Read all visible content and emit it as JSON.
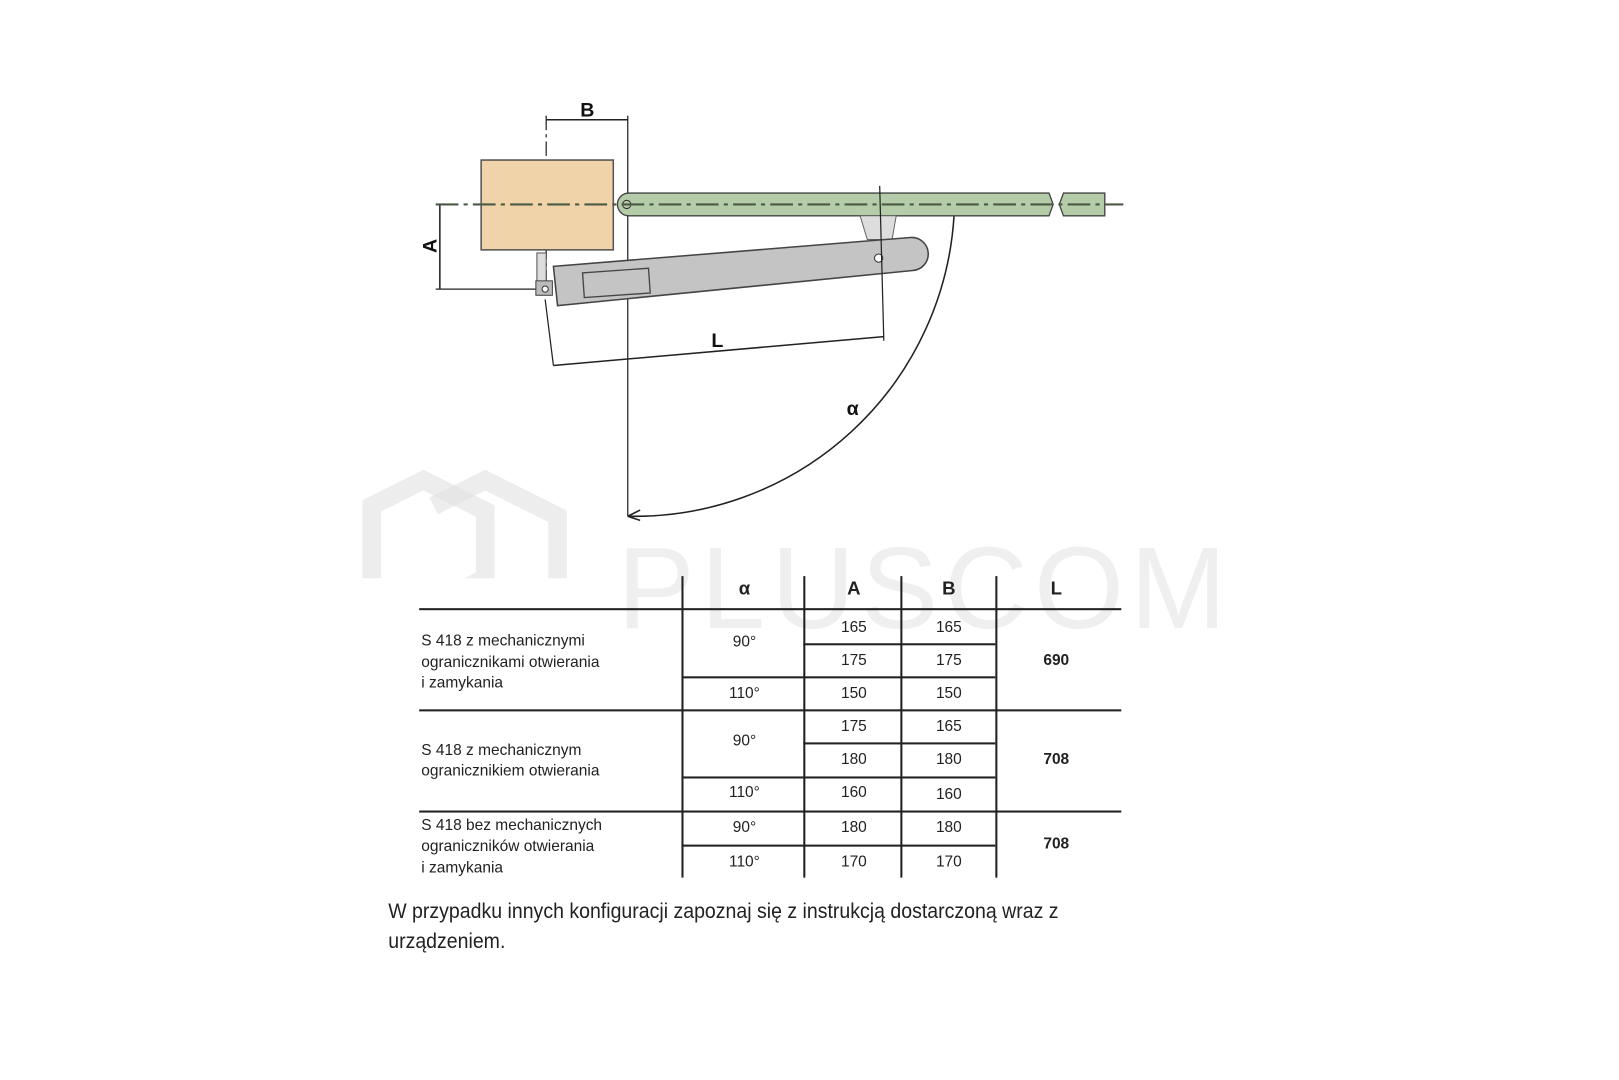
{
  "diagram": {
    "label_b": "B",
    "label_a": "A",
    "label_l": "L",
    "label_alpha": "α",
    "watermark": "PLUSCOM",
    "colors": {
      "post": "#f0d3a8",
      "gate": "#b5cca8",
      "arm": "#c4c4c4"
    }
  },
  "table": {
    "headers": [
      "α",
      "A",
      "B",
      "L"
    ],
    "groups": [
      {
        "name_lines": [
          "S 418 z mechanicznymi",
          "ogranicznikami otwierania",
          "i zamykania"
        ],
        "L": "690",
        "rows": [
          {
            "alpha": "90°",
            "A": "165",
            "B": "165"
          },
          {
            "A": "175",
            "B": "175"
          },
          {
            "alpha": "110°",
            "A": "150",
            "B": "150"
          }
        ]
      },
      {
        "name_lines": [
          "S 418  z mechanicznym",
          "ogranicznikiem otwierania"
        ],
        "L": "708",
        "rows": [
          {
            "alpha": "90°",
            "A": "175",
            "B": "165"
          },
          {
            "A": "180",
            "B": "180"
          },
          {
            "alpha": "110°",
            "A": "160",
            "B": "160"
          }
        ]
      },
      {
        "name_lines": [
          "S 418  bez mechanicznych",
          "ograniczników otwierania",
          "i zamykania"
        ],
        "L": "708",
        "rows": [
          {
            "alpha": "90°",
            "A": "180",
            "B": "180"
          },
          {
            "alpha": "110°",
            "A": "170",
            "B": "170"
          }
        ]
      }
    ]
  },
  "footnote": "W przypadku innych konfiguracji zapoznaj się z instrukcją dostarczoną wraz z urządzeniem."
}
